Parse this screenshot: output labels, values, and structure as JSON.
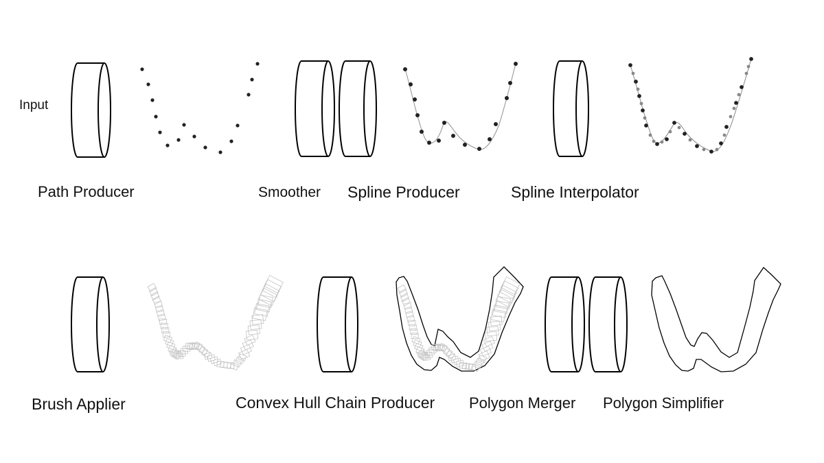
{
  "diagram": {
    "input_label": "Input",
    "stages": [
      {
        "id": "path-producer",
        "label": "Path Producer"
      },
      {
        "id": "smoother",
        "label": "Smoother"
      },
      {
        "id": "spline-producer",
        "label": "Spline Producer"
      },
      {
        "id": "spline-interpolator",
        "label": "Spline Interpolator"
      },
      {
        "id": "brush-applier",
        "label": "Brush Applier"
      },
      {
        "id": "convex-hull-chain-producer",
        "label": "Convex Hull Chain Producer"
      },
      {
        "id": "polygon-merger",
        "label": "Polygon Merger"
      },
      {
        "id": "polygon-simplifier",
        "label": "Polygon Simplifier"
      }
    ]
  },
  "colors": {
    "stroke": "#000000",
    "point": "#222222",
    "interp_point": "#888888",
    "brush_outline": "#bbbbbb",
    "background": "#ffffff"
  }
}
